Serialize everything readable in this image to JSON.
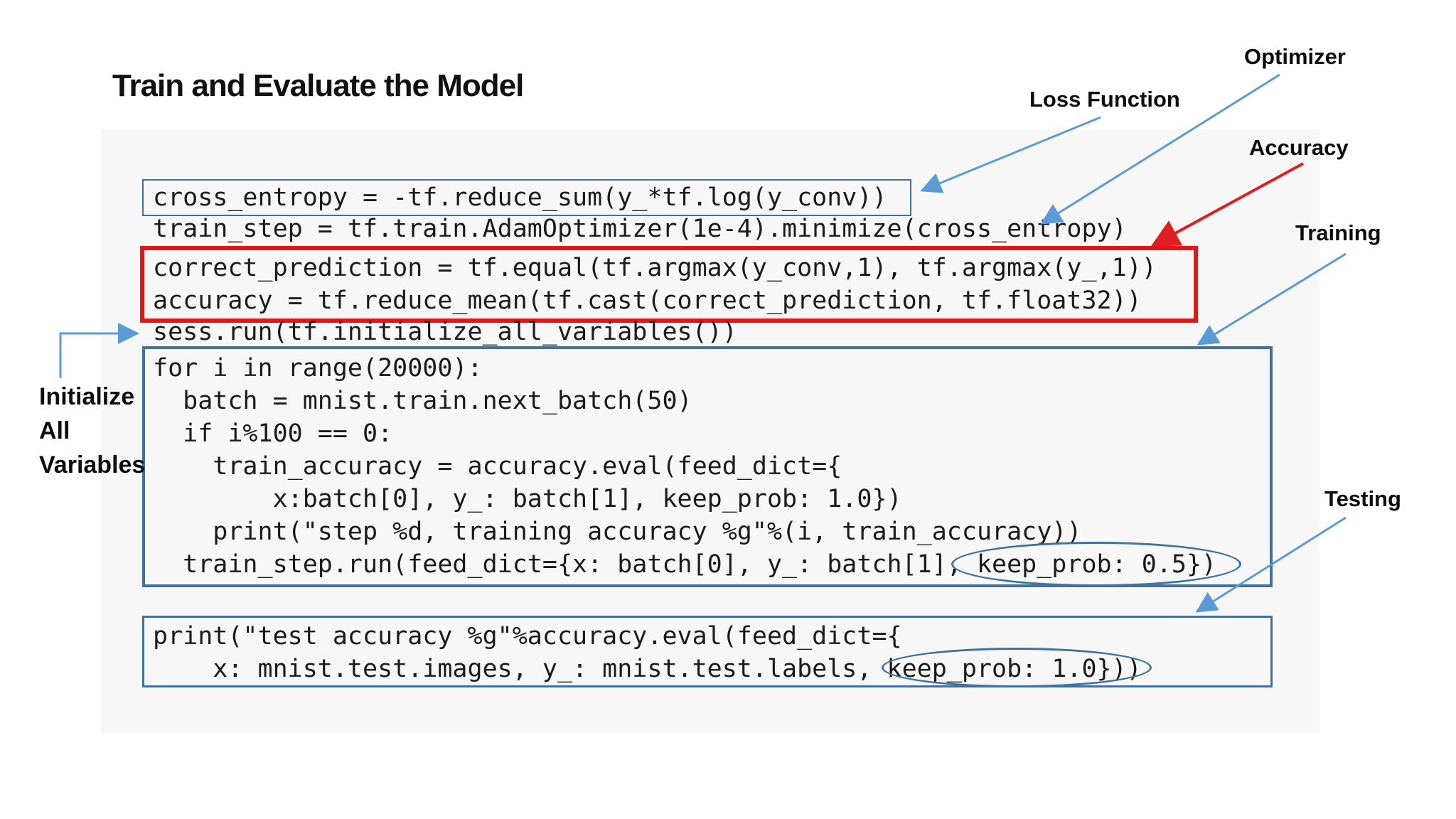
{
  "slide": {
    "title": "Train and Evaluate the Model"
  },
  "annotations": {
    "loss_function": "Loss Function",
    "optimizer": "Optimizer",
    "accuracy": "Accuracy",
    "training": "Training",
    "testing": "Testing",
    "initialize_line1": "Initialize",
    "initialize_line2": "All",
    "initialize_line3": "Variables"
  },
  "code": {
    "loss_line": "cross_entropy = -tf.reduce_sum(y_*tf.log(y_conv))",
    "optimizer_line": "train_step = tf.train.AdamOptimizer(1e-4).minimize(cross_entropy)",
    "accuracy_lines": [
      "correct_prediction = tf.equal(tf.argmax(y_conv,1), tf.argmax(y_,1))",
      "accuracy = tf.reduce_mean(tf.cast(correct_prediction, tf.float32))"
    ],
    "init_line": "sess.run(tf.initialize_all_variables())",
    "training_lines": [
      "for i in range(20000):",
      "  batch = mnist.train.next_batch(50)",
      "  if i%100 == 0:",
      "    train_accuracy = accuracy.eval(feed_dict={",
      "        x:batch[0], y_: batch[1], keep_prob: 1.0})",
      "    print(\"step %d, training accuracy %g\"%(i, train_accuracy))",
      "  train_step.run(feed_dict={x: batch[0], y_: batch[1], keep_prob: 0.5})"
    ],
    "testing_lines": [
      "print(\"test accuracy %g\"%accuracy.eval(feed_dict={",
      "    x: mnist.test.images, y_: mnist.test.labels, keep_prob: 1.0}))"
    ]
  },
  "colors": {
    "slide_background": "#f7f7f8",
    "box_blue": "#41719c",
    "box_red": "#e81414",
    "arrow_blue": "#5b9bd5",
    "arrow_red": "#e02020",
    "code_text": "#1b1b1b"
  }
}
